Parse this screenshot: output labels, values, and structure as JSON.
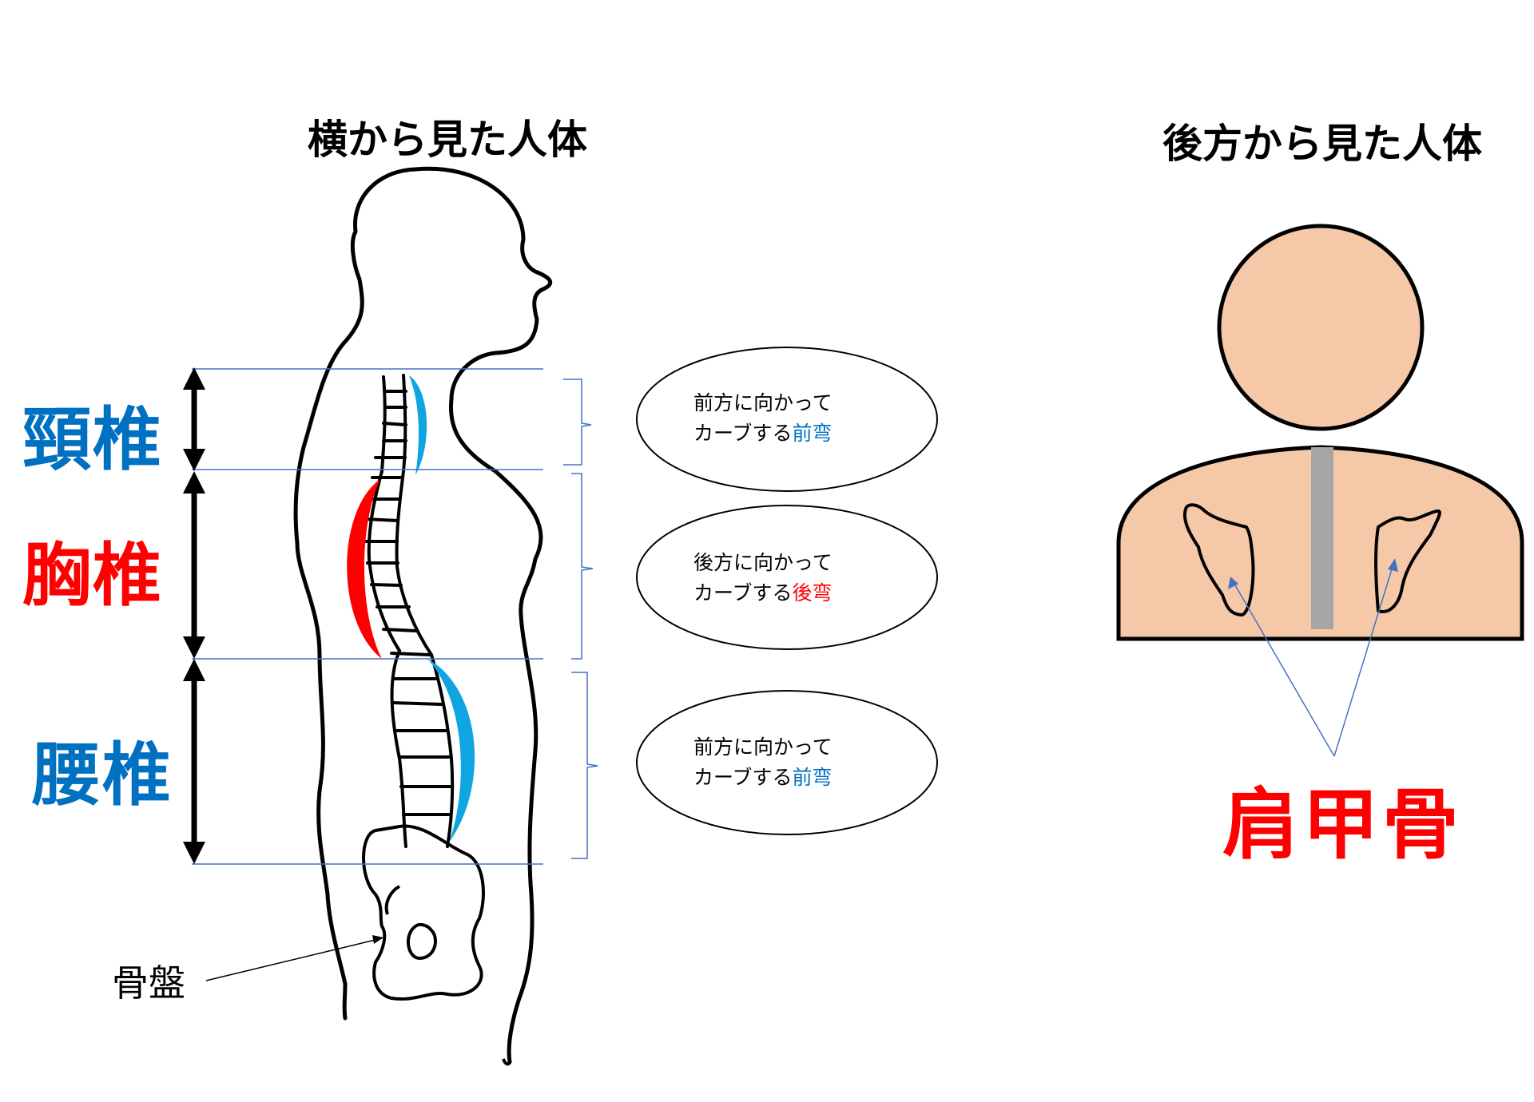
{
  "titles": {
    "side_view": "横から見た人体",
    "back_view": "後方から見た人体"
  },
  "spine_regions": {
    "cervical": "頸椎",
    "thoracic": "胸椎",
    "lumbar": "腰椎"
  },
  "labels": {
    "pelvis": "骨盤",
    "scapula": "肩甲骨"
  },
  "notes": [
    {
      "line1": "前方に向かって",
      "line2_prefix": "カーブする",
      "term": "前弯",
      "term_color": "#0070c0"
    },
    {
      "line1": "後方に向かって",
      "line2_prefix": "カーブする",
      "term": "後弯",
      "term_color": "#ff0000"
    },
    {
      "line1": "前方に向かって",
      "line2_prefix": "カーブする",
      "term": "前弯",
      "term_color": "#0070c0"
    }
  ],
  "colors": {
    "lordosis": "#0ea5e0",
    "kyphosis": "#ff0000",
    "skin": "#f5c9a8",
    "spine_back": "#a6a6a6",
    "guide_lines": "#4472c4"
  }
}
